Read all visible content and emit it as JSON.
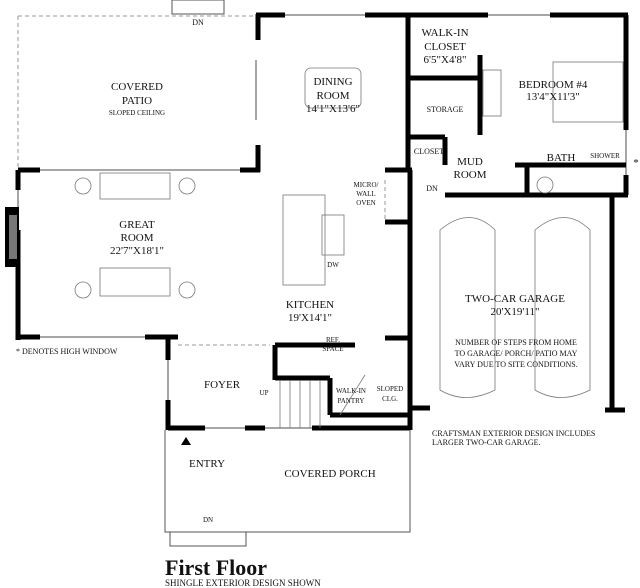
{
  "plan": {
    "title": "First Floor",
    "subtitle": "SHINGLE EXTERIOR DESIGN SHOWN",
    "rooms": {
      "covered_patio": {
        "name1": "COVERED",
        "name2": "PATIO",
        "note": "SLOPED CEILING"
      },
      "dining": {
        "name1": "DINING",
        "name2": "ROOM",
        "dims": "14'1\"X13'6\""
      },
      "walk_in_closet": {
        "name1": "WALK-IN",
        "name2": "CLOSET",
        "dims": "6'5\"X4'8\""
      },
      "bedroom4": {
        "name": "BEDROOM #4",
        "dims": "13'4\"X11'3\""
      },
      "storage": {
        "name": "STORAGE"
      },
      "closet": {
        "name": "CLOSET"
      },
      "mud_room": {
        "name1": "MUD",
        "name2": "ROOM"
      },
      "bath": {
        "name": "BATH"
      },
      "shower": {
        "name": "SHOWER"
      },
      "great_room": {
        "name1": "GREAT",
        "name2": "ROOM",
        "dims": "22'7\"X18'1\""
      },
      "micro_wall_oven": {
        "l1": "MICRO/",
        "l2": "WALL",
        "l3": "OVEN"
      },
      "dw": {
        "name": "DW"
      },
      "kitchen": {
        "name": "KITCHEN",
        "dims": "19'X14'1\""
      },
      "garage": {
        "name": "TWO-CAR GARAGE",
        "dims": "20'X19'11\""
      },
      "ref_space": {
        "l1": "REF.",
        "l2": "SPACE"
      },
      "walk_in_pantry": {
        "l1": "WALK-IN",
        "l2": "PANTRY"
      },
      "sloped_clg": {
        "l1": "SLOPED",
        "l2": "CLG."
      },
      "foyer": {
        "name": "FOYER"
      },
      "entry": {
        "name": "ENTRY"
      },
      "covered_porch": {
        "name": "COVERED PORCH"
      }
    },
    "markers": {
      "dn": "DN",
      "up": "UP",
      "high_window": "*"
    },
    "notes": {
      "high_window": "* DENOTES HIGH WINDOW",
      "steps1": "NUMBER OF STEPS FROM HOME",
      "steps2": "TO GARAGE/ PORCH/ PATIO MAY",
      "steps3": "VARY DUE TO SITE CONDITIONS.",
      "craftsman1": "CRAFTSMAN EXTERIOR DESIGN INCLUDES",
      "craftsman2": "LARGER TWO-CAR GARAGE."
    }
  }
}
